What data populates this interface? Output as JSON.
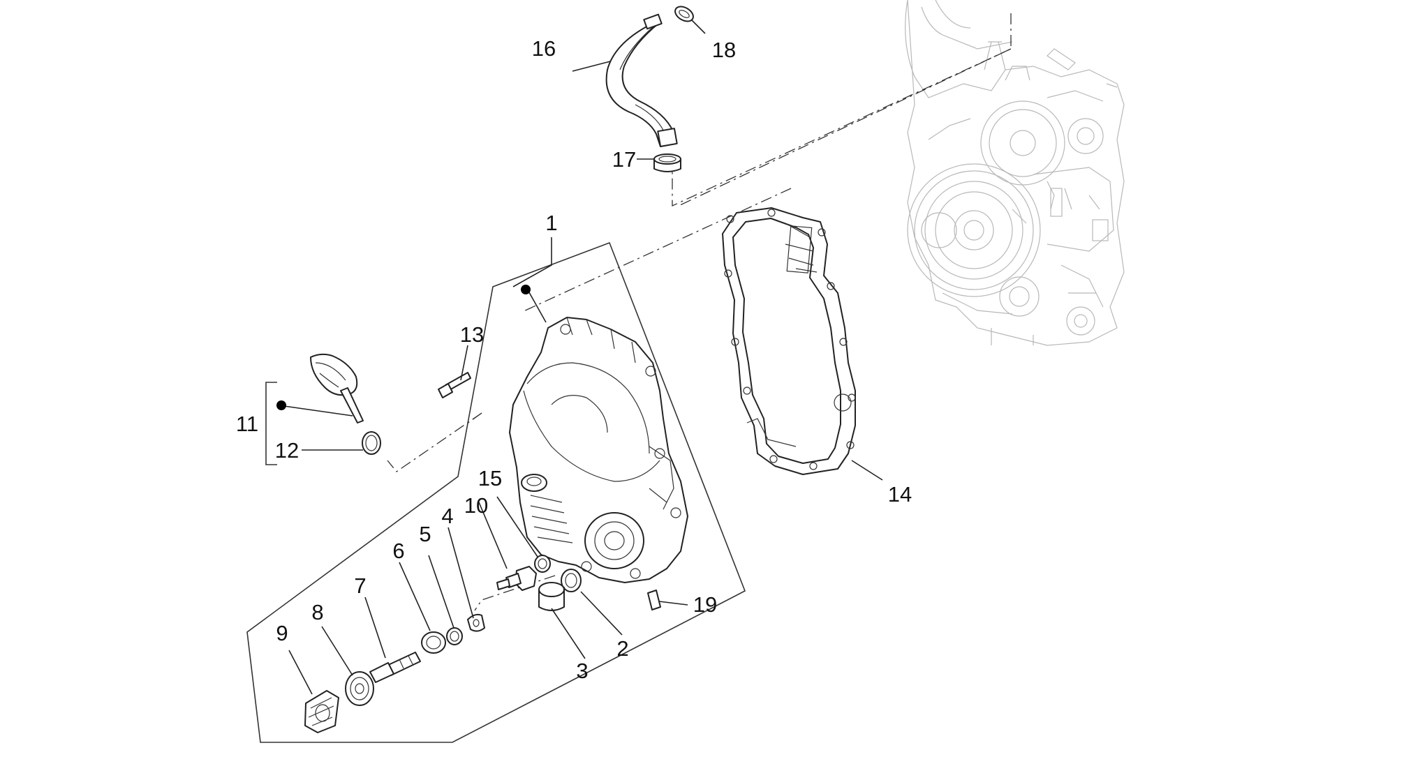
{
  "diagram": {
    "callouts": [
      {
        "id": "1",
        "text": "1"
      },
      {
        "id": "2",
        "text": "2"
      },
      {
        "id": "3",
        "text": "3"
      },
      {
        "id": "4",
        "text": "4"
      },
      {
        "id": "5",
        "text": "5"
      },
      {
        "id": "6",
        "text": "6"
      },
      {
        "id": "7",
        "text": "7"
      },
      {
        "id": "8",
        "text": "8"
      },
      {
        "id": "9",
        "text": "9"
      },
      {
        "id": "10",
        "text": "10"
      },
      {
        "id": "11",
        "text": "11"
      },
      {
        "id": "12",
        "text": "12"
      },
      {
        "id": "13",
        "text": "13"
      },
      {
        "id": "14",
        "text": "14"
      },
      {
        "id": "15",
        "text": "15"
      },
      {
        "id": "16",
        "text": "16"
      },
      {
        "id": "17",
        "text": "17"
      },
      {
        "id": "18",
        "text": "18"
      },
      {
        "id": "19",
        "text": "19"
      }
    ],
    "marker_color": "#000000",
    "line_color": "#222222",
    "background_color": "#ffffff"
  }
}
